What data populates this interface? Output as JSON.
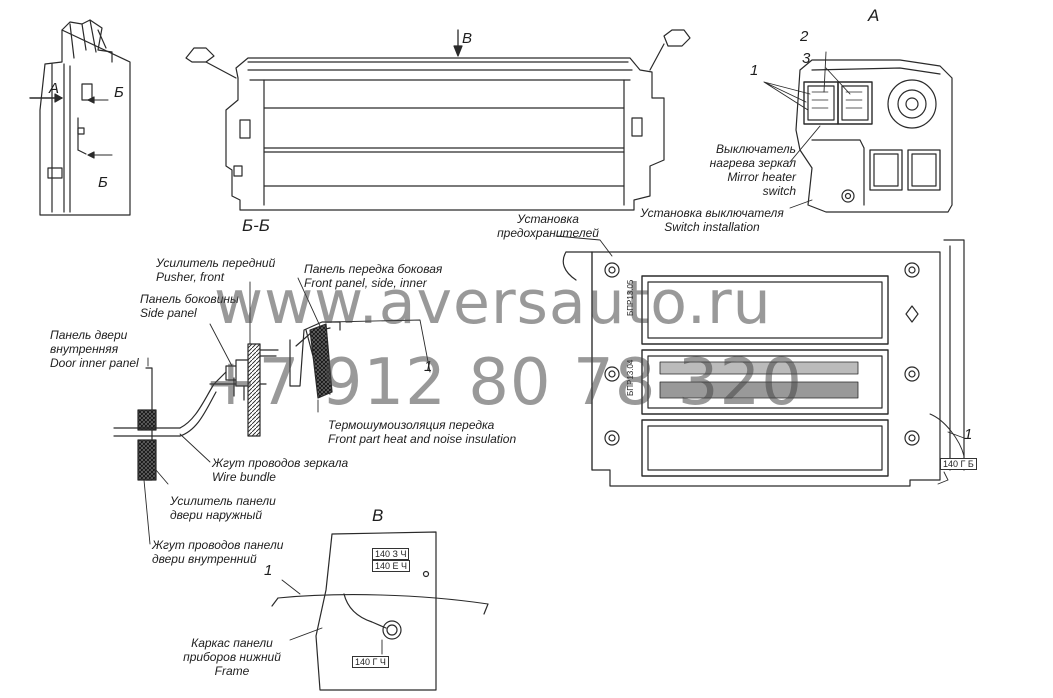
{
  "views": {
    "a": "А",
    "bb": "Б-Б",
    "v": "В"
  },
  "markers": {
    "a_arrow": "А",
    "b_upper": "Б",
    "b_lower": "Б",
    "v_arrow": "В"
  },
  "callouts": {
    "n1_top": "1",
    "n2": "2",
    "n3": "3",
    "n1_section": "1",
    "n1_right": "1",
    "n1_view_v": "1"
  },
  "labels": {
    "mirror_switch": [
      "Выключатель",
      "нагрева зеркал",
      "Mirror heater",
      "switch"
    ],
    "switch_installation": [
      "Установка выключателя",
      "Switch installation"
    ],
    "fuse_installation": [
      "Установка",
      "предохранителей"
    ],
    "pusher_front": [
      "Усилитель передний",
      "Pusher, front"
    ],
    "front_panel_side": [
      "Панель передка боковая",
      "Front panel, side, inner"
    ],
    "side_panel": [
      "Панель боковины",
      "Side panel"
    ],
    "door_inner_panel": [
      "Панель двери",
      "внутренняя",
      "Door inner panel"
    ],
    "heat_insulation": [
      "Термошумоизоляция передка",
      "Front part heat and noise insulation"
    ],
    "mirror_wire": [
      "Жгут проводов зеркала",
      "Wire bundle"
    ],
    "door_outer_pusher": [
      "Усилитель панели",
      "двери наружный"
    ],
    "door_inner_wire": [
      "Жгут проводов панели",
      "двери внутренний"
    ],
    "frame": [
      "Каркас панели",
      "приборов нижний",
      "Frame"
    ]
  },
  "tags": {
    "t1": "140 З Ч",
    "t2": "140 Е Ч",
    "t3": "140 Г Ч",
    "t4": "140 Г Б",
    "fuse1": "БПР13.05",
    "fuse2": "БПР13.04"
  },
  "watermark": {
    "line1": "www.aversauto.ru",
    "line2": "+7 912 80 78 320"
  }
}
